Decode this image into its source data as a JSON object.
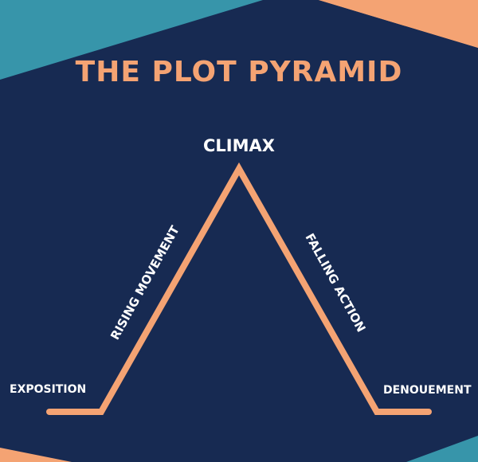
{
  "title": "THE PLOT PYRAMID",
  "stages": {
    "exposition": "EXPOSITION",
    "rising": "RISING MOVEMENT",
    "climax": "CLIMAX",
    "falling": "FALLING ACTION",
    "denouement": "DENOUEMENT"
  },
  "colors": {
    "background": "#172a52",
    "accent_orange": "#f4a373",
    "accent_teal": "#3795aa",
    "text": "#ffffff"
  }
}
